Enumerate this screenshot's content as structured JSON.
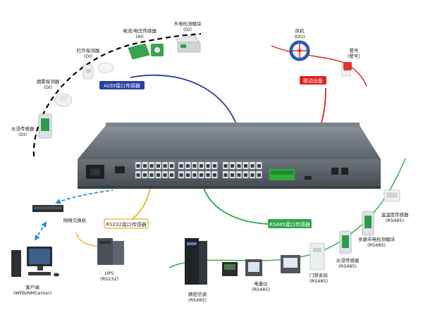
{
  "tags": {
    "ai_di": "AI/DI接口传感器",
    "linkage": "联动设备",
    "rs232": "RS232接口传感器",
    "rs485": "RS485接口传感器"
  },
  "devices": {
    "water_left": {
      "name": "水浸传感器",
      "iface": "(DI)"
    },
    "smoke": {
      "name": "烟雾探测器",
      "iface": "(DI)"
    },
    "infrared": {
      "name": "红外探测器",
      "iface": "(DI)"
    },
    "current_voltage": {
      "name": "电流/电压传感器",
      "iface": "(AI)"
    },
    "mains_module": {
      "name": "市电检测模块",
      "iface": "(DI)"
    },
    "fan": {
      "name": "风机",
      "iface": "(DO)"
    },
    "alarm": {
      "name": "警号",
      "iface": "(警号)"
    },
    "switch": {
      "name": "网络交换机",
      "iface": ""
    },
    "client": {
      "name": "客户端",
      "iface": "(WEB/NMCenter)"
    },
    "ups": {
      "name": "UPS",
      "iface": "(RS232)"
    },
    "ac": {
      "name": "精密空调",
      "iface": "(RS485)"
    },
    "meter": {
      "name": "电量仪",
      "iface": "(RS485)"
    },
    "access": {
      "name": "门禁系统",
      "iface": "(RS485)"
    },
    "water_right": {
      "name": "水浸传感器",
      "iface": "(RS485)"
    },
    "multi_mains": {
      "name": "多路市电检测模块",
      "iface": "(RS485)"
    },
    "temp_hum": {
      "name": "温湿度传感器",
      "iface": "(RS485)"
    }
  },
  "colors": {
    "ai_di": "#2b3f9e",
    "linkage": "#e02020",
    "rs232": "#f2b21c",
    "rs485": "#2ea84a",
    "network": "#2a8fd8",
    "chassis": "#5a6068"
  }
}
